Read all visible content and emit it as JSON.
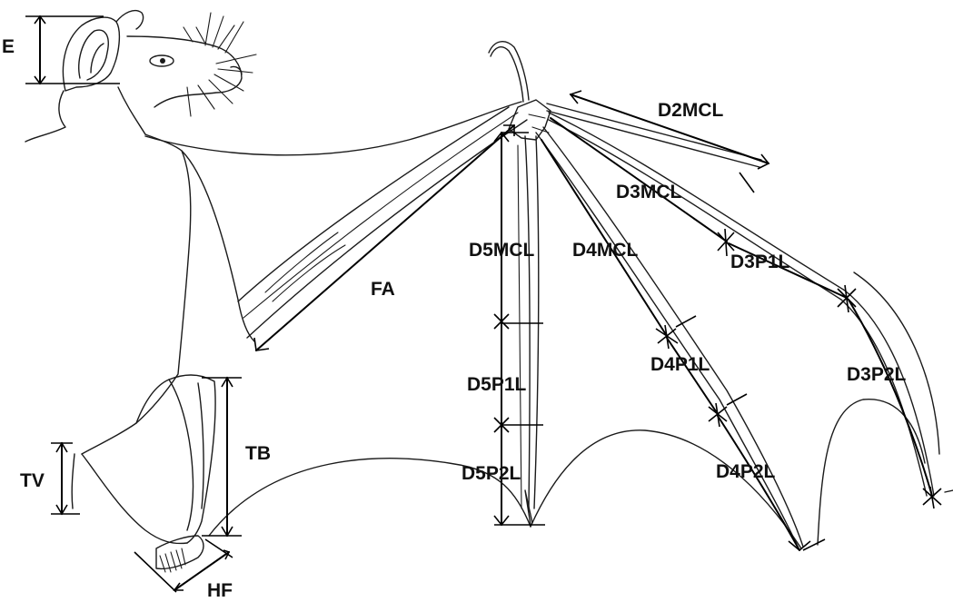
{
  "colors": {
    "line": "#1a1a1a",
    "background": "#ffffff"
  },
  "labels": {
    "E": "E",
    "FA": "FA",
    "D2MCL": "D2MCL",
    "D3MCL": "D3MCL",
    "D3P1L": "D3P1L",
    "D3P2L": "D3P2L",
    "D4MCL": "D4MCL",
    "D4P1L": "D4P1L",
    "D4P2L": "D4P2L",
    "D5MCL": "D5MCL",
    "D5P1L": "D5P1L",
    "D5P2L": "D5P2L",
    "TB": "TB",
    "TV": "TV",
    "HF": "HF"
  }
}
